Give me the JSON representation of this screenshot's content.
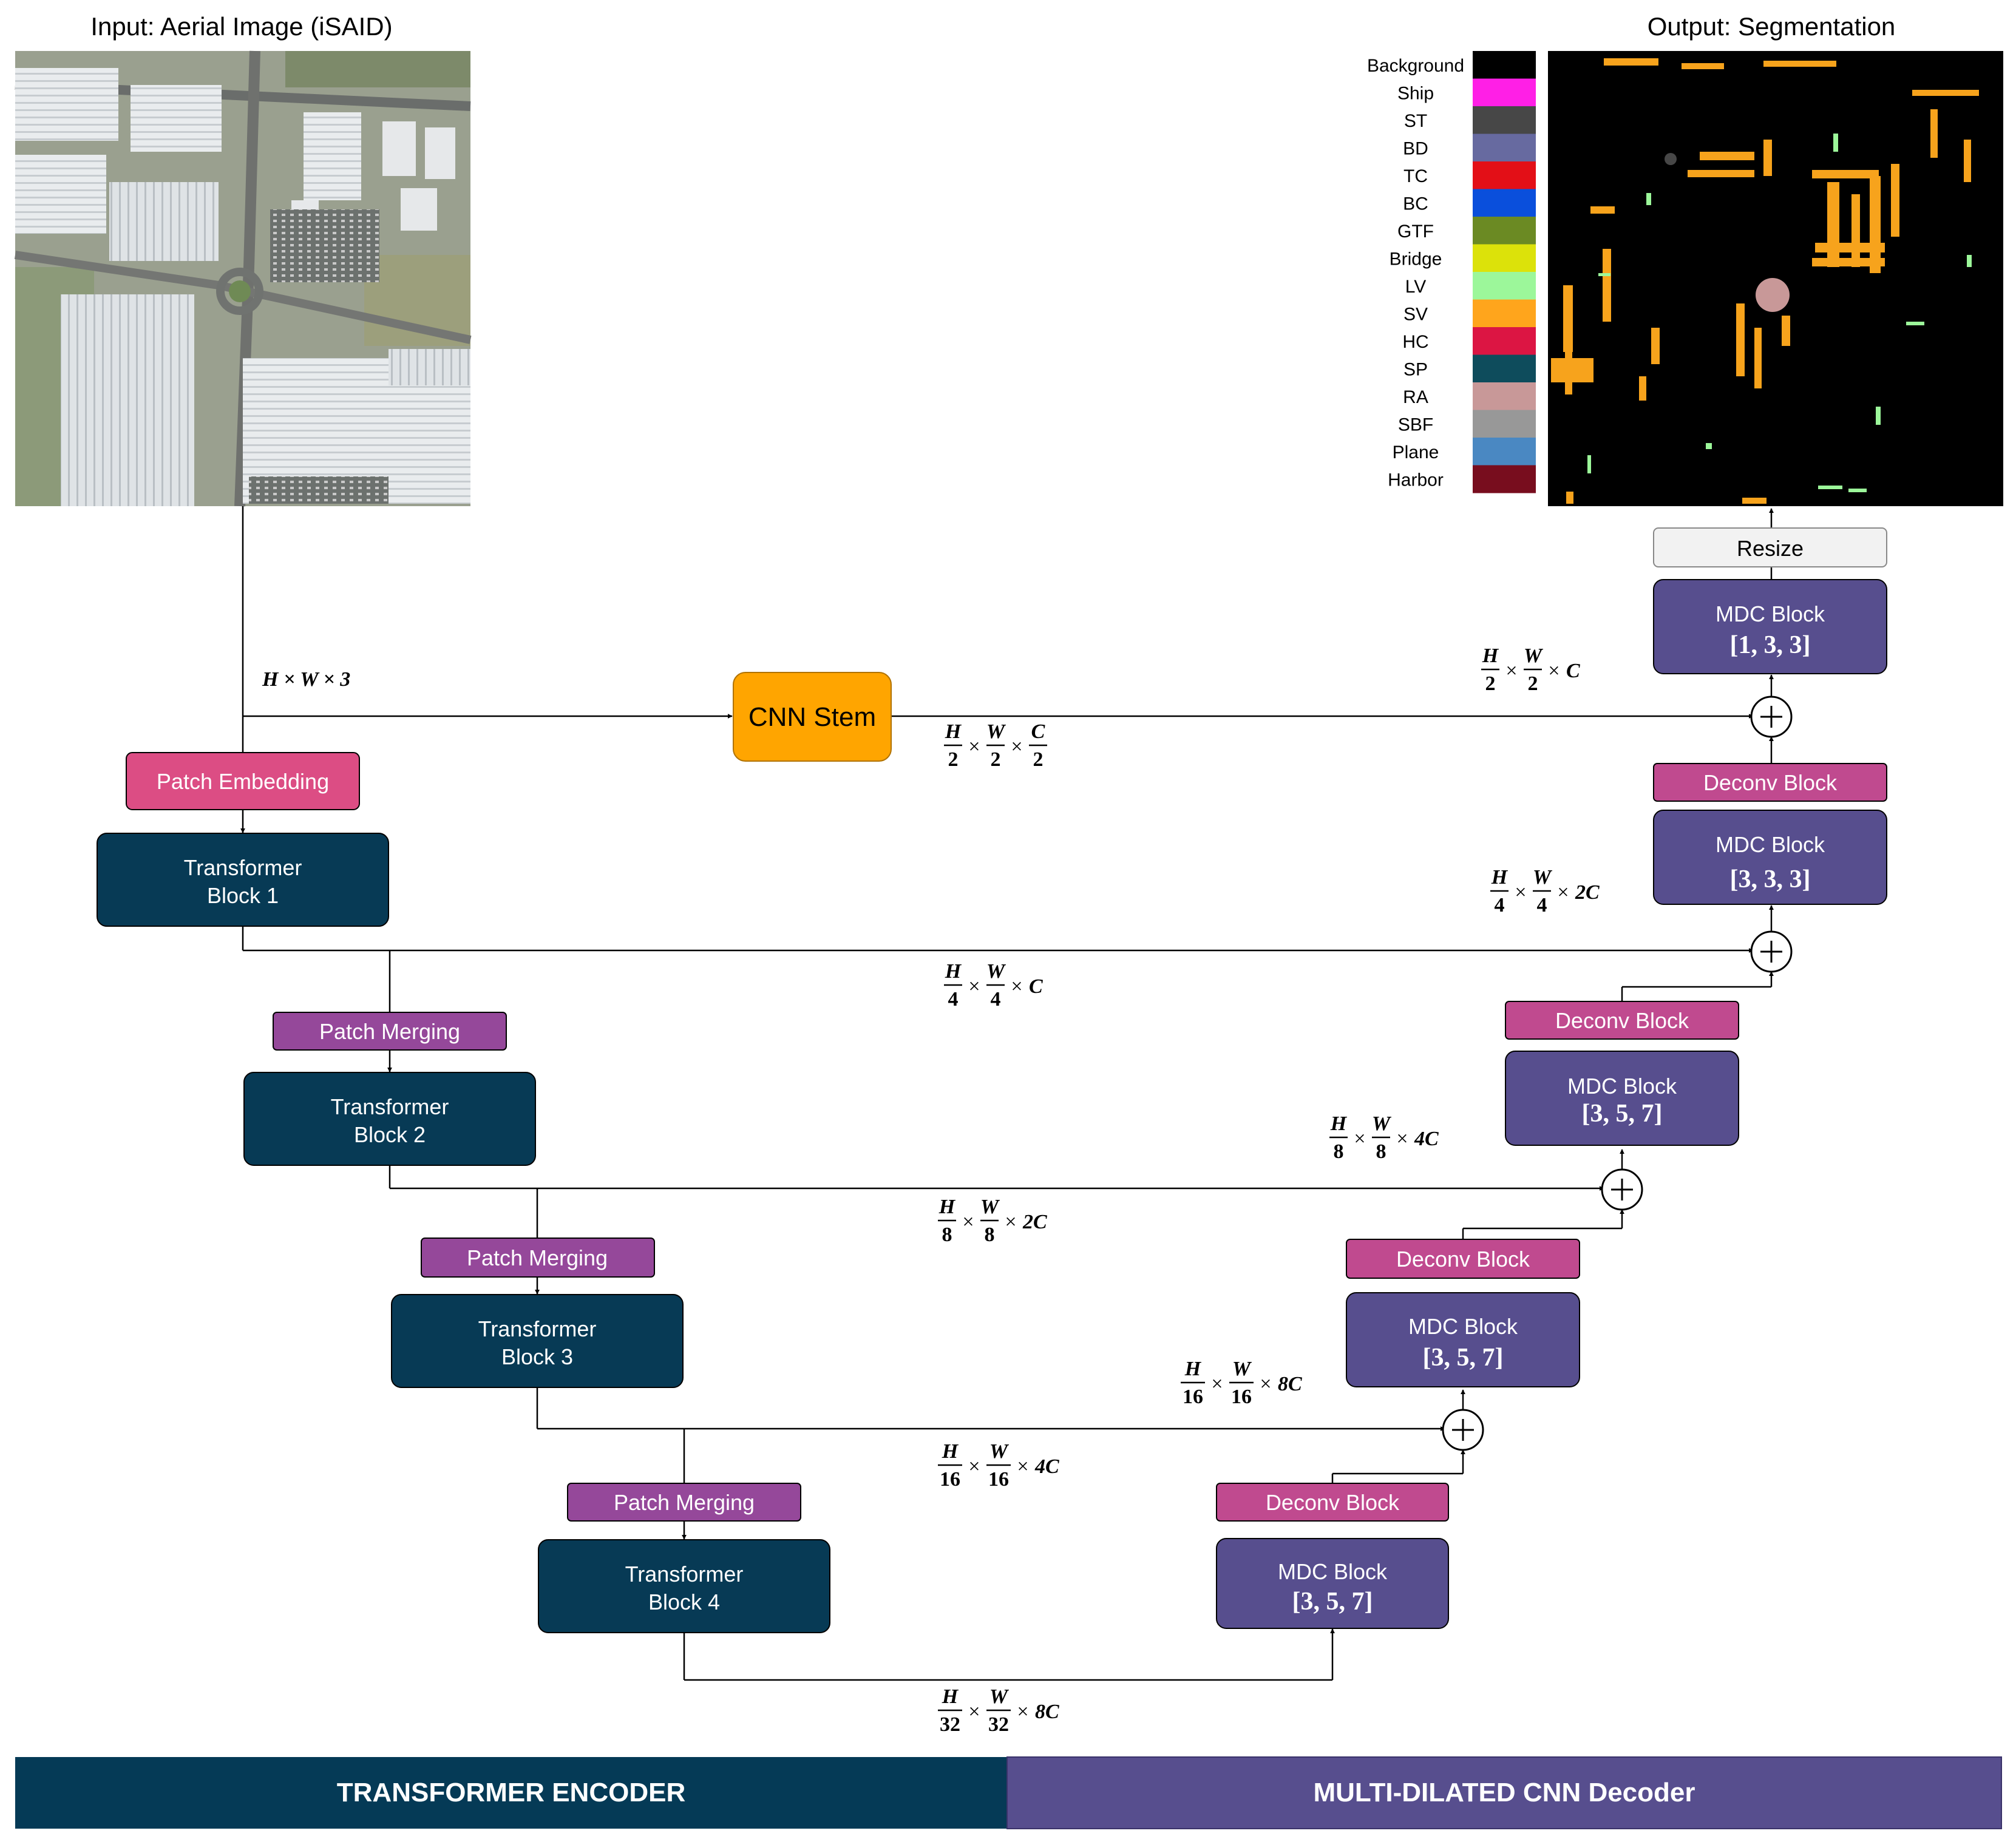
{
  "titles": {
    "input": "Input: Aerial Image (iSAID)",
    "output": "Output: Segmentation"
  },
  "encoder": {
    "patch_embedding": "Patch Embedding",
    "patch_merging": "Patch Merging",
    "blocks": [
      {
        "line1": "Transformer",
        "line2": "Block 1"
      },
      {
        "line1": "Transformer",
        "line2": "Block 2"
      },
      {
        "line1": "Transformer",
        "line2": "Block 3"
      },
      {
        "line1": "Transformer",
        "line2": "Block 4"
      }
    ]
  },
  "cnn_stem": "CNN Stem",
  "decoder": {
    "resize": "Resize",
    "deconv": "Deconv Block",
    "mdc_title": "MDC Block",
    "mdc_dilations": [
      "[1, 3, 3]",
      "[3, 3, 3]",
      "[3, 5, 7]",
      "[3, 5, 7]",
      "[3, 5, 7]"
    ]
  },
  "dims": {
    "input": "H × W × 3",
    "stem": {
      "num": [
        "H",
        "W",
        "C"
      ],
      "den": [
        "2",
        "2",
        "2"
      ],
      "tail": ""
    },
    "s1": {
      "num": [
        "H",
        "W"
      ],
      "den": [
        "4",
        "4"
      ],
      "tail": "C"
    },
    "s2": {
      "num": [
        "H",
        "W"
      ],
      "den": [
        "8",
        "8"
      ],
      "tail": "2C"
    },
    "s3": {
      "num": [
        "H",
        "W"
      ],
      "den": [
        "16",
        "16"
      ],
      "tail": "4C"
    },
    "s4": {
      "num": [
        "H",
        "W"
      ],
      "den": [
        "32",
        "32"
      ],
      "tail": "8C"
    },
    "d1": {
      "num": [
        "H",
        "W"
      ],
      "den": [
        "16",
        "16"
      ],
      "tail": "8C"
    },
    "d2": {
      "num": [
        "H",
        "W"
      ],
      "den": [
        "8",
        "8"
      ],
      "tail": "4C"
    },
    "d3": {
      "num": [
        "H",
        "W"
      ],
      "den": [
        "4",
        "4"
      ],
      "tail": "2C"
    },
    "d4": {
      "num": [
        "H",
        "W"
      ],
      "den": [
        "2",
        "2"
      ],
      "tail": "C"
    }
  },
  "legend": [
    {
      "label": "Background",
      "color": "#000000"
    },
    {
      "label": "Ship",
      "color": "#ff1fe6"
    },
    {
      "label": "ST",
      "color": "#474747"
    },
    {
      "label": "BD",
      "color": "#676aa0"
    },
    {
      "label": "TC",
      "color": "#e30f17"
    },
    {
      "label": "BC",
      "color": "#0a4fdc"
    },
    {
      "label": "GTF",
      "color": "#6b8a23"
    },
    {
      "label": "Bridge",
      "color": "#dce20a"
    },
    {
      "label": "LV",
      "color": "#9cf79a"
    },
    {
      "label": "SV",
      "color": "#ffa51c"
    },
    {
      "label": "HC",
      "color": "#dc1543"
    },
    {
      "label": "SP",
      "color": "#0e4c5c"
    },
    {
      "label": "RA",
      "color": "#c89898"
    },
    {
      "label": "SBF",
      "color": "#989898"
    },
    {
      "label": "Plane",
      "color": "#4a88c2"
    },
    {
      "label": "Harbor",
      "color": "#780d1e"
    }
  ],
  "banner": {
    "encoder": "TRANSFORMER ENCODER",
    "decoder": "MULTI-DILATED CNN Decoder"
  },
  "colors": {
    "transformer": "#073a55",
    "mdc": "#574e8e",
    "patch_embedding": "#dc4d84",
    "patch_merging": "#95489a",
    "deconv": "#c04a8f",
    "cnn_stem": "#ffa500",
    "resize": "#f2f2f2",
    "banner_encoder": "#053a56",
    "banner_decoder": "#574e8e"
  }
}
